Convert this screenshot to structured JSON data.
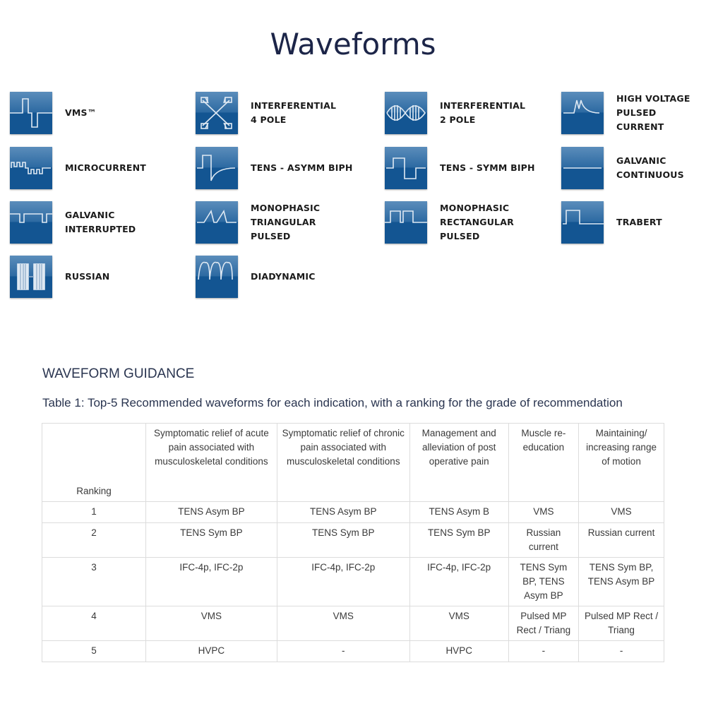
{
  "title": "Waveforms",
  "colors": {
    "icon_top": "#5b8dbb",
    "icon_bottom": "#135592",
    "line": "#dfe9f3",
    "title": "#1c2548"
  },
  "waveforms": [
    {
      "label": "VMS™",
      "icon": "vms-icon"
    },
    {
      "label": "INTERFERENTIAL\n4 POLE",
      "icon": "interferential-4-pole-icon"
    },
    {
      "label": "INTERFERENTIAL\n2 POLE",
      "icon": "interferential-2-pole-icon"
    },
    {
      "label": "HIGH VOLTAGE\nPULSED CURRENT",
      "icon": "hvpc-icon"
    },
    {
      "label": "MICROCURRENT",
      "icon": "microcurrent-icon"
    },
    {
      "label": "TENS - ASYMM BIPH",
      "icon": "tens-asymm-icon"
    },
    {
      "label": "TENS - SYMM BIPH",
      "icon": "tens-symm-icon"
    },
    {
      "label": "GALVANIC\nCONTINUOUS",
      "icon": "galvanic-continuous-icon"
    },
    {
      "label": "GALVANIC\nINTERRUPTED",
      "icon": "galvanic-interrupted-icon"
    },
    {
      "label": "MONOPHASIC\nTRIANGULAR\nPULSED",
      "icon": "monophasic-triangular-icon"
    },
    {
      "label": "MONOPHASIC\nRECTANGULAR\nPULSED",
      "icon": "monophasic-rectangular-icon"
    },
    {
      "label": "TRABERT",
      "icon": "trabert-icon"
    },
    {
      "label": "RUSSIAN",
      "icon": "russian-icon"
    },
    {
      "label": "DIADYNAMIC",
      "icon": "diadynamic-icon"
    }
  ],
  "guidance": {
    "heading": "WAVEFORM GUIDANCE",
    "caption": "Table 1: Top-5 Recommended waveforms for each indication, with a ranking for the grade of recommendation",
    "headers": [
      "Ranking",
      "Symptomatic relief of acute pain associated with musculoskeletal conditions",
      "Symptomatic relief of chronic pain associated with musculoskeletal conditions",
      "Management and alleviation of post operative pain",
      "Muscle re-education",
      "Maintaining/ increasing range of motion"
    ],
    "rows": [
      [
        "1",
        "TENS Asym BP",
        "TENS Asym BP",
        "TENS Asym B",
        "VMS",
        "VMS"
      ],
      [
        "2",
        "TENS Sym BP",
        "TENS Sym BP",
        "TENS Sym BP",
        "Russian current",
        "Russian current"
      ],
      [
        "3",
        "IFC-4p, IFC-2p",
        "IFC-4p, IFC-2p",
        "IFC-4p, IFC-2p",
        "TENS Sym BP, TENS Asym BP",
        "TENS Sym BP, TENS Asym BP"
      ],
      [
        "4",
        "VMS",
        "VMS",
        "VMS",
        "Pulsed MP Rect / Triang",
        "Pulsed MP Rect / Triang"
      ],
      [
        "5",
        "HVPC",
        "-",
        "HVPC",
        "-",
        "-"
      ]
    ]
  }
}
